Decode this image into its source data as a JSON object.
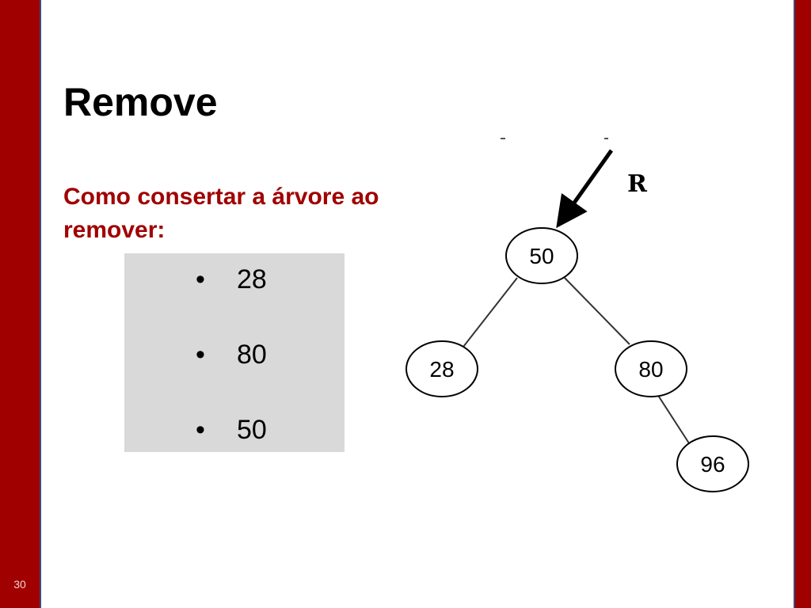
{
  "slide": {
    "number": "30",
    "title": "Remove",
    "subtitle": "Como consertar a árvore ao remover:",
    "steps": [
      "28",
      "80",
      "50"
    ],
    "colors": {
      "accent": "#a00000",
      "border": "#3b4a7a",
      "list_bg": "#d9d9d9"
    }
  },
  "tree": {
    "pointer_label": "R",
    "nodes": [
      "50",
      "28",
      "80",
      "96"
    ],
    "edges": [
      [
        "50",
        "28"
      ],
      [
        "50",
        "80"
      ],
      [
        "80",
        "96"
      ]
    ]
  }
}
